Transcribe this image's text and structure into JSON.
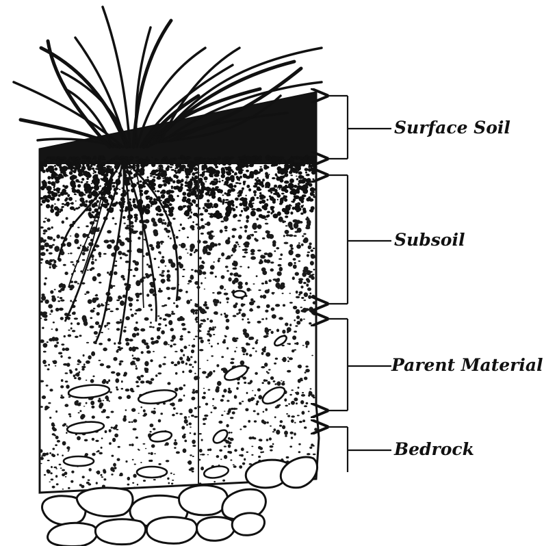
{
  "diagram": {
    "layers": [
      {
        "id": "surface",
        "label": "Surface Soil"
      },
      {
        "id": "subsoil",
        "label": "Subsoil"
      },
      {
        "id": "parent",
        "label": "Parent Material"
      },
      {
        "id": "bedrock",
        "label": "Bedrock"
      }
    ]
  },
  "colors": {
    "ink": "#111111",
    "paper": "#ffffff"
  }
}
